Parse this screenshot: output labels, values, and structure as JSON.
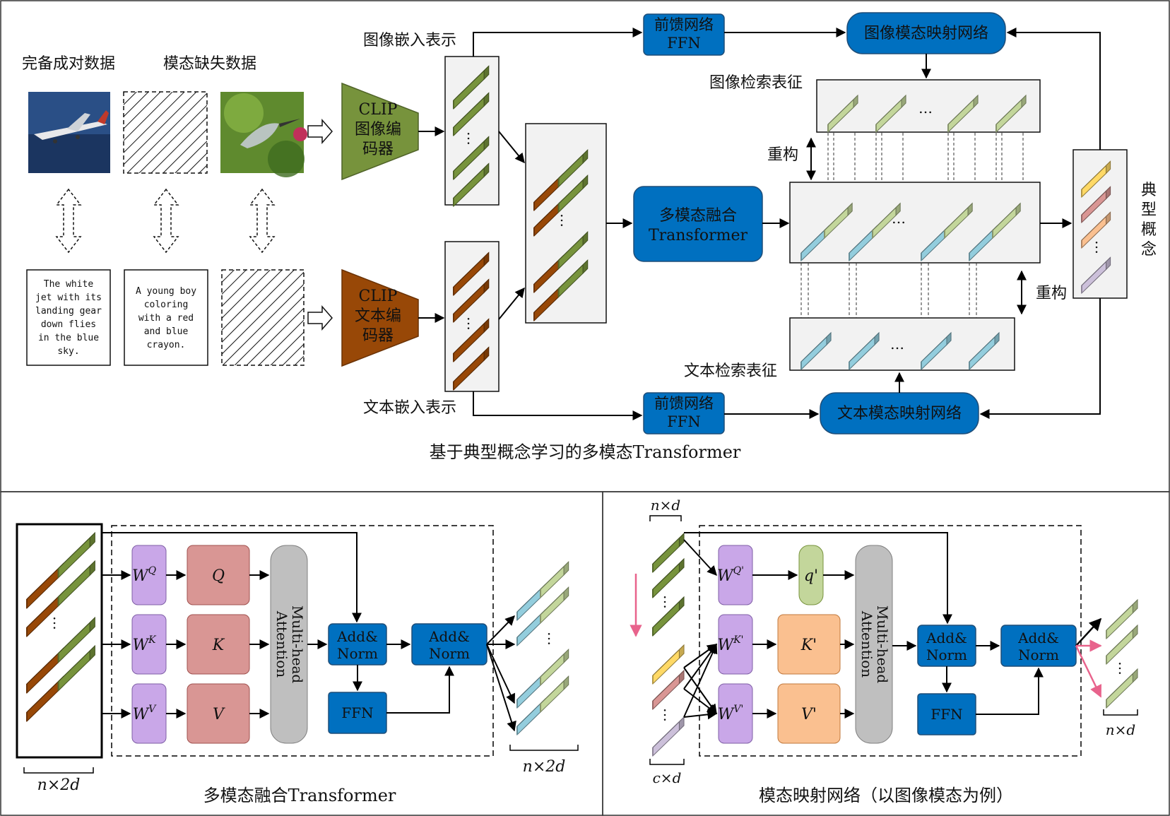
{
  "top": {
    "paired_label": "完备成对数据",
    "missing_label": "模态缺失数据",
    "captions": [
      [
        "The white",
        "jet with its",
        "landing gear",
        "down flies",
        "in the blue",
        "sky."
      ],
      [
        "A young boy",
        "coloring",
        "with a red",
        "and blue",
        "crayon."
      ]
    ],
    "clip_image": [
      "CLIP",
      "图像编",
      "码器"
    ],
    "clip_text": [
      "CLIP",
      "文本编",
      "码器"
    ],
    "image_embed": "图像嵌入表示",
    "text_embed": "文本嵌入表示",
    "ffn_top": [
      "前馈网络",
      "FFN"
    ],
    "ffn_bottom": [
      "前馈网络",
      "FFN"
    ],
    "fusion": [
      "多模态融合",
      "Transformer"
    ],
    "img_map": "图像模态映射网络",
    "txt_map": "文本模态映射网络",
    "img_retrieval": "图像检索表征",
    "txt_retrieval": "文本检索表征",
    "recon": "重构",
    "concepts": "典型概念",
    "ellipsis": "…",
    "caption": "基于典型概念学习的多模态Transformer"
  },
  "left": {
    "wq": "W",
    "wq_sup": "Q",
    "wk": "W",
    "wk_sup": "K",
    "wv": "W",
    "wv_sup": "V",
    "q": "Q",
    "k": "K",
    "v": "V",
    "mha": [
      "Multi-head",
      "Attention"
    ],
    "addnorm": [
      "Add&",
      "Norm"
    ],
    "ffn": "FFN",
    "dim_in": "n×2d",
    "dim_out": "n×2d",
    "caption": "多模态融合Transformer"
  },
  "right": {
    "wq": "W",
    "wq_sup": "Q'",
    "wk": "W",
    "wk_sup": "K'",
    "wv": "W",
    "wv_sup": "V'",
    "q": "q'",
    "k": "K'",
    "v": "V'",
    "mha": [
      "Multi-head",
      "Attention"
    ],
    "addnorm": [
      "Add&",
      "Norm"
    ],
    "ffn": "FFN",
    "dim_top": "n×d",
    "dim_bottom": "c×d",
    "dim_out": "n×d",
    "caption": "模态映射网络（以图像模态为例）"
  },
  "colors": {
    "green": "#77933c",
    "brown": "#984807",
    "blue_box": "#0070c0",
    "light_green": "#c3d69b",
    "light_blue": "#93cddd",
    "purple": "#c9a7e8",
    "pink": "#d99694",
    "peach": "#fac090",
    "gray": "#bfbfbf",
    "yellow": "#ffd966",
    "rose": "#d99694",
    "orange_light": "#fac090",
    "lavender": "#ccc0da",
    "arrow_pink": "#e8638c"
  }
}
